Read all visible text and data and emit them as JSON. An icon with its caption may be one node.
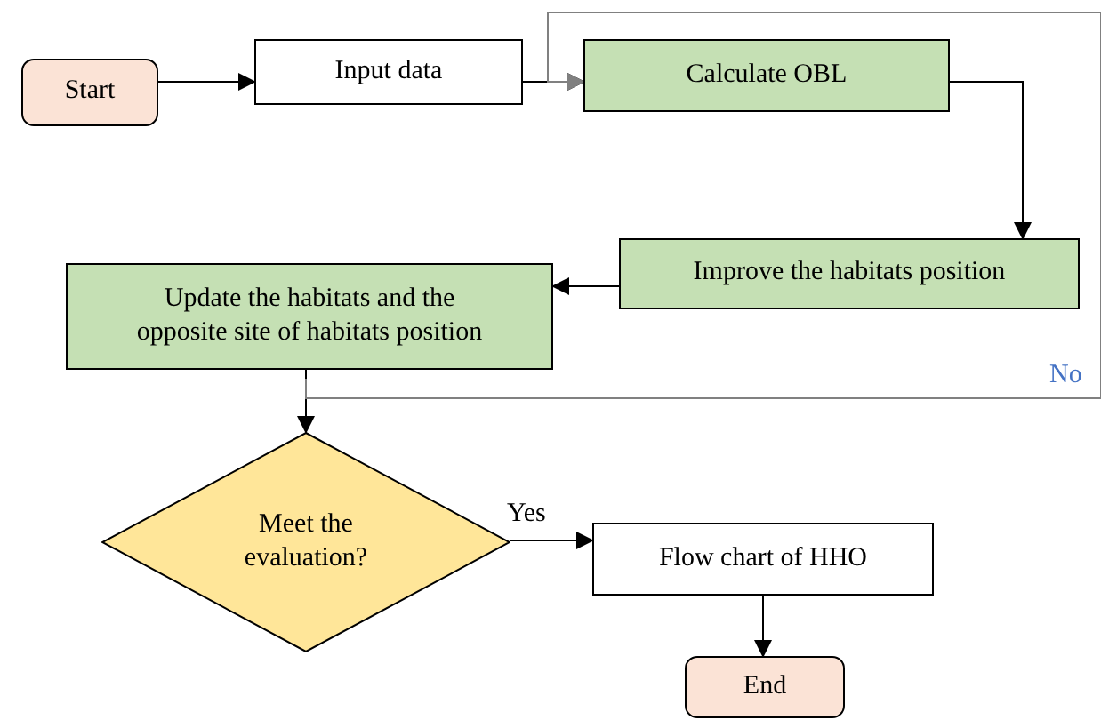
{
  "diagram": {
    "nodes": [
      {
        "text": [
          "Start"
        ]
      },
      {
        "text": [
          "Input data"
        ]
      },
      {
        "text": [
          "Calculate OBL"
        ]
      },
      {
        "text": [
          "Improve the habitats position"
        ]
      },
      {
        "text": [
          "Update the habitats and the opposite site of habitats position"
        ]
      },
      {
        "text": [
          "Meet the evaluation?"
        ]
      },
      {
        "text": [
          "Flow chart of HHO"
        ]
      },
      {
        "text": [
          "End"
        ]
      }
    ],
    "edges": [
      {
        "from": 0,
        "to": 1,
        "arrow": "to"
      },
      {
        "from": 1,
        "to": 2,
        "arrow": "to"
      },
      {
        "from": 2,
        "to": 3,
        "arrow": "to"
      },
      {
        "from": 3,
        "to": 4,
        "arrow": "to"
      },
      {
        "from": 4,
        "to": 5,
        "arrow": "to"
      },
      {
        "from": 5,
        "to": 6,
        "arrow": "to",
        "label": "Yes"
      },
      {
        "from": 6,
        "to": 7,
        "arrow": "to"
      },
      {
        "from": 4,
        "to": 2,
        "arrow": "to",
        "label": "No",
        "color": "#808080"
      }
    ]
  }
}
